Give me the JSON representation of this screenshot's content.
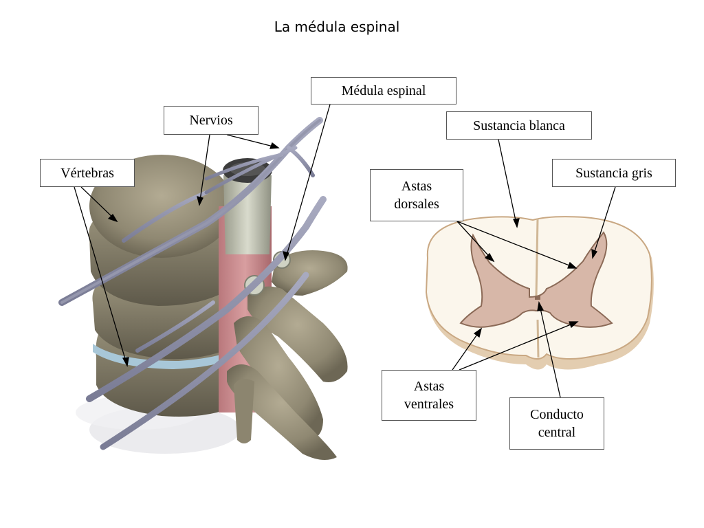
{
  "title": "La médula espinal",
  "labels": {
    "medula_espinal": "Médula espinal",
    "nervios": "Nervios",
    "vertebras": "Vértebras",
    "sustancia_blanca": "Sustancia blanca",
    "sustancia_gris": "Sustancia gris",
    "astas_dorsales": [
      "Astas",
      "dorsales"
    ],
    "astas_ventrales": [
      "Astas",
      "ventrales"
    ],
    "conducto_central": [
      "Conducto",
      "central"
    ]
  }
}
